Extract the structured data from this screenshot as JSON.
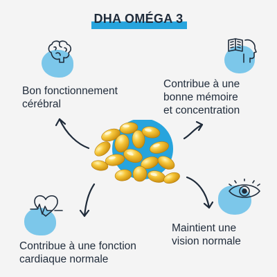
{
  "title": "DHA OMÉGA 3",
  "colors": {
    "accent": "#27a4dd",
    "blob": "#7cc7ea",
    "text": "#1f2b3a",
    "capsule": "#f2b81c"
  },
  "benefits": {
    "brain": {
      "line1": "Bon fonctionnement",
      "line2": "cérébral",
      "icon": "brain-icon"
    },
    "memory": {
      "line1": "Contribue à une",
      "line2": "bonne mémoire",
      "line3": "et concentration",
      "icon": "reading-head-icon"
    },
    "heart": {
      "line1": "Contribue à une fonction",
      "line2": "cardiaque normale",
      "icon": "heart-pulse-icon"
    },
    "vision": {
      "line1": "Maintient une",
      "line2": "vision normale",
      "icon": "eye-icon"
    }
  },
  "center_image": "omega-3-softgel-capsules"
}
